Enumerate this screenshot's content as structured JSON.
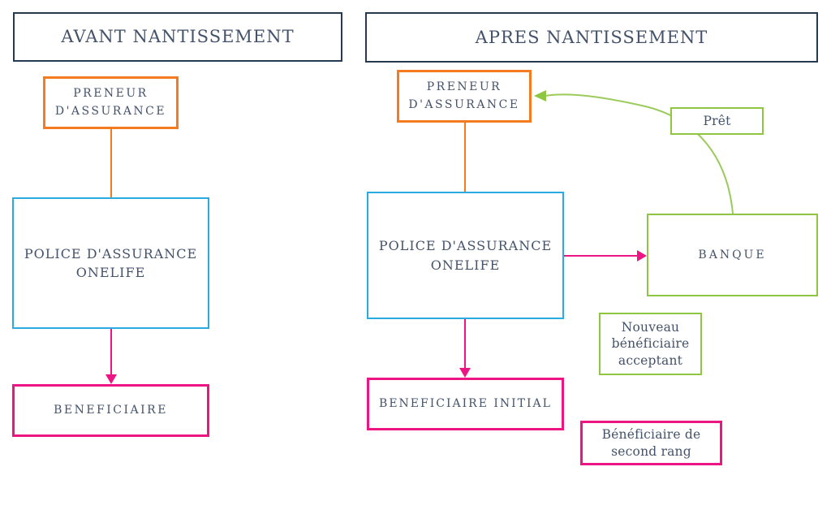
{
  "diagram_title": "Nantissement (pledge) insurance flow diagram",
  "colors": {
    "header_border": "#253951",
    "text": "#44536B",
    "orange": "#F47B20",
    "cyan": "#29ABE2",
    "pink": "#EC1583",
    "green": "#8EC641",
    "green_arrow": "#9BCB5B"
  },
  "left": {
    "header": "AVANT NANTISSEMENT",
    "preneur": "PRENEUR\nD'ASSURANCE",
    "police": "POLICE D'ASSURANCE\nONELIFE",
    "beneficiaire": "BENEFICIAIRE"
  },
  "right": {
    "header": "APRES NANTISSEMENT",
    "preneur": "PRENEUR\nD'ASSURANCE",
    "police": "POLICE D'ASSURANCE\nONELIFE",
    "beneficiaire_initial": "BENEFICIAIRE INITIAL",
    "banque": "BANQUE",
    "pret": "Prêt",
    "nouveau": "Nouveau\nbénéficiaire\nacceptant",
    "second_rang": "Bénéficiaire de\nsecond rang"
  }
}
